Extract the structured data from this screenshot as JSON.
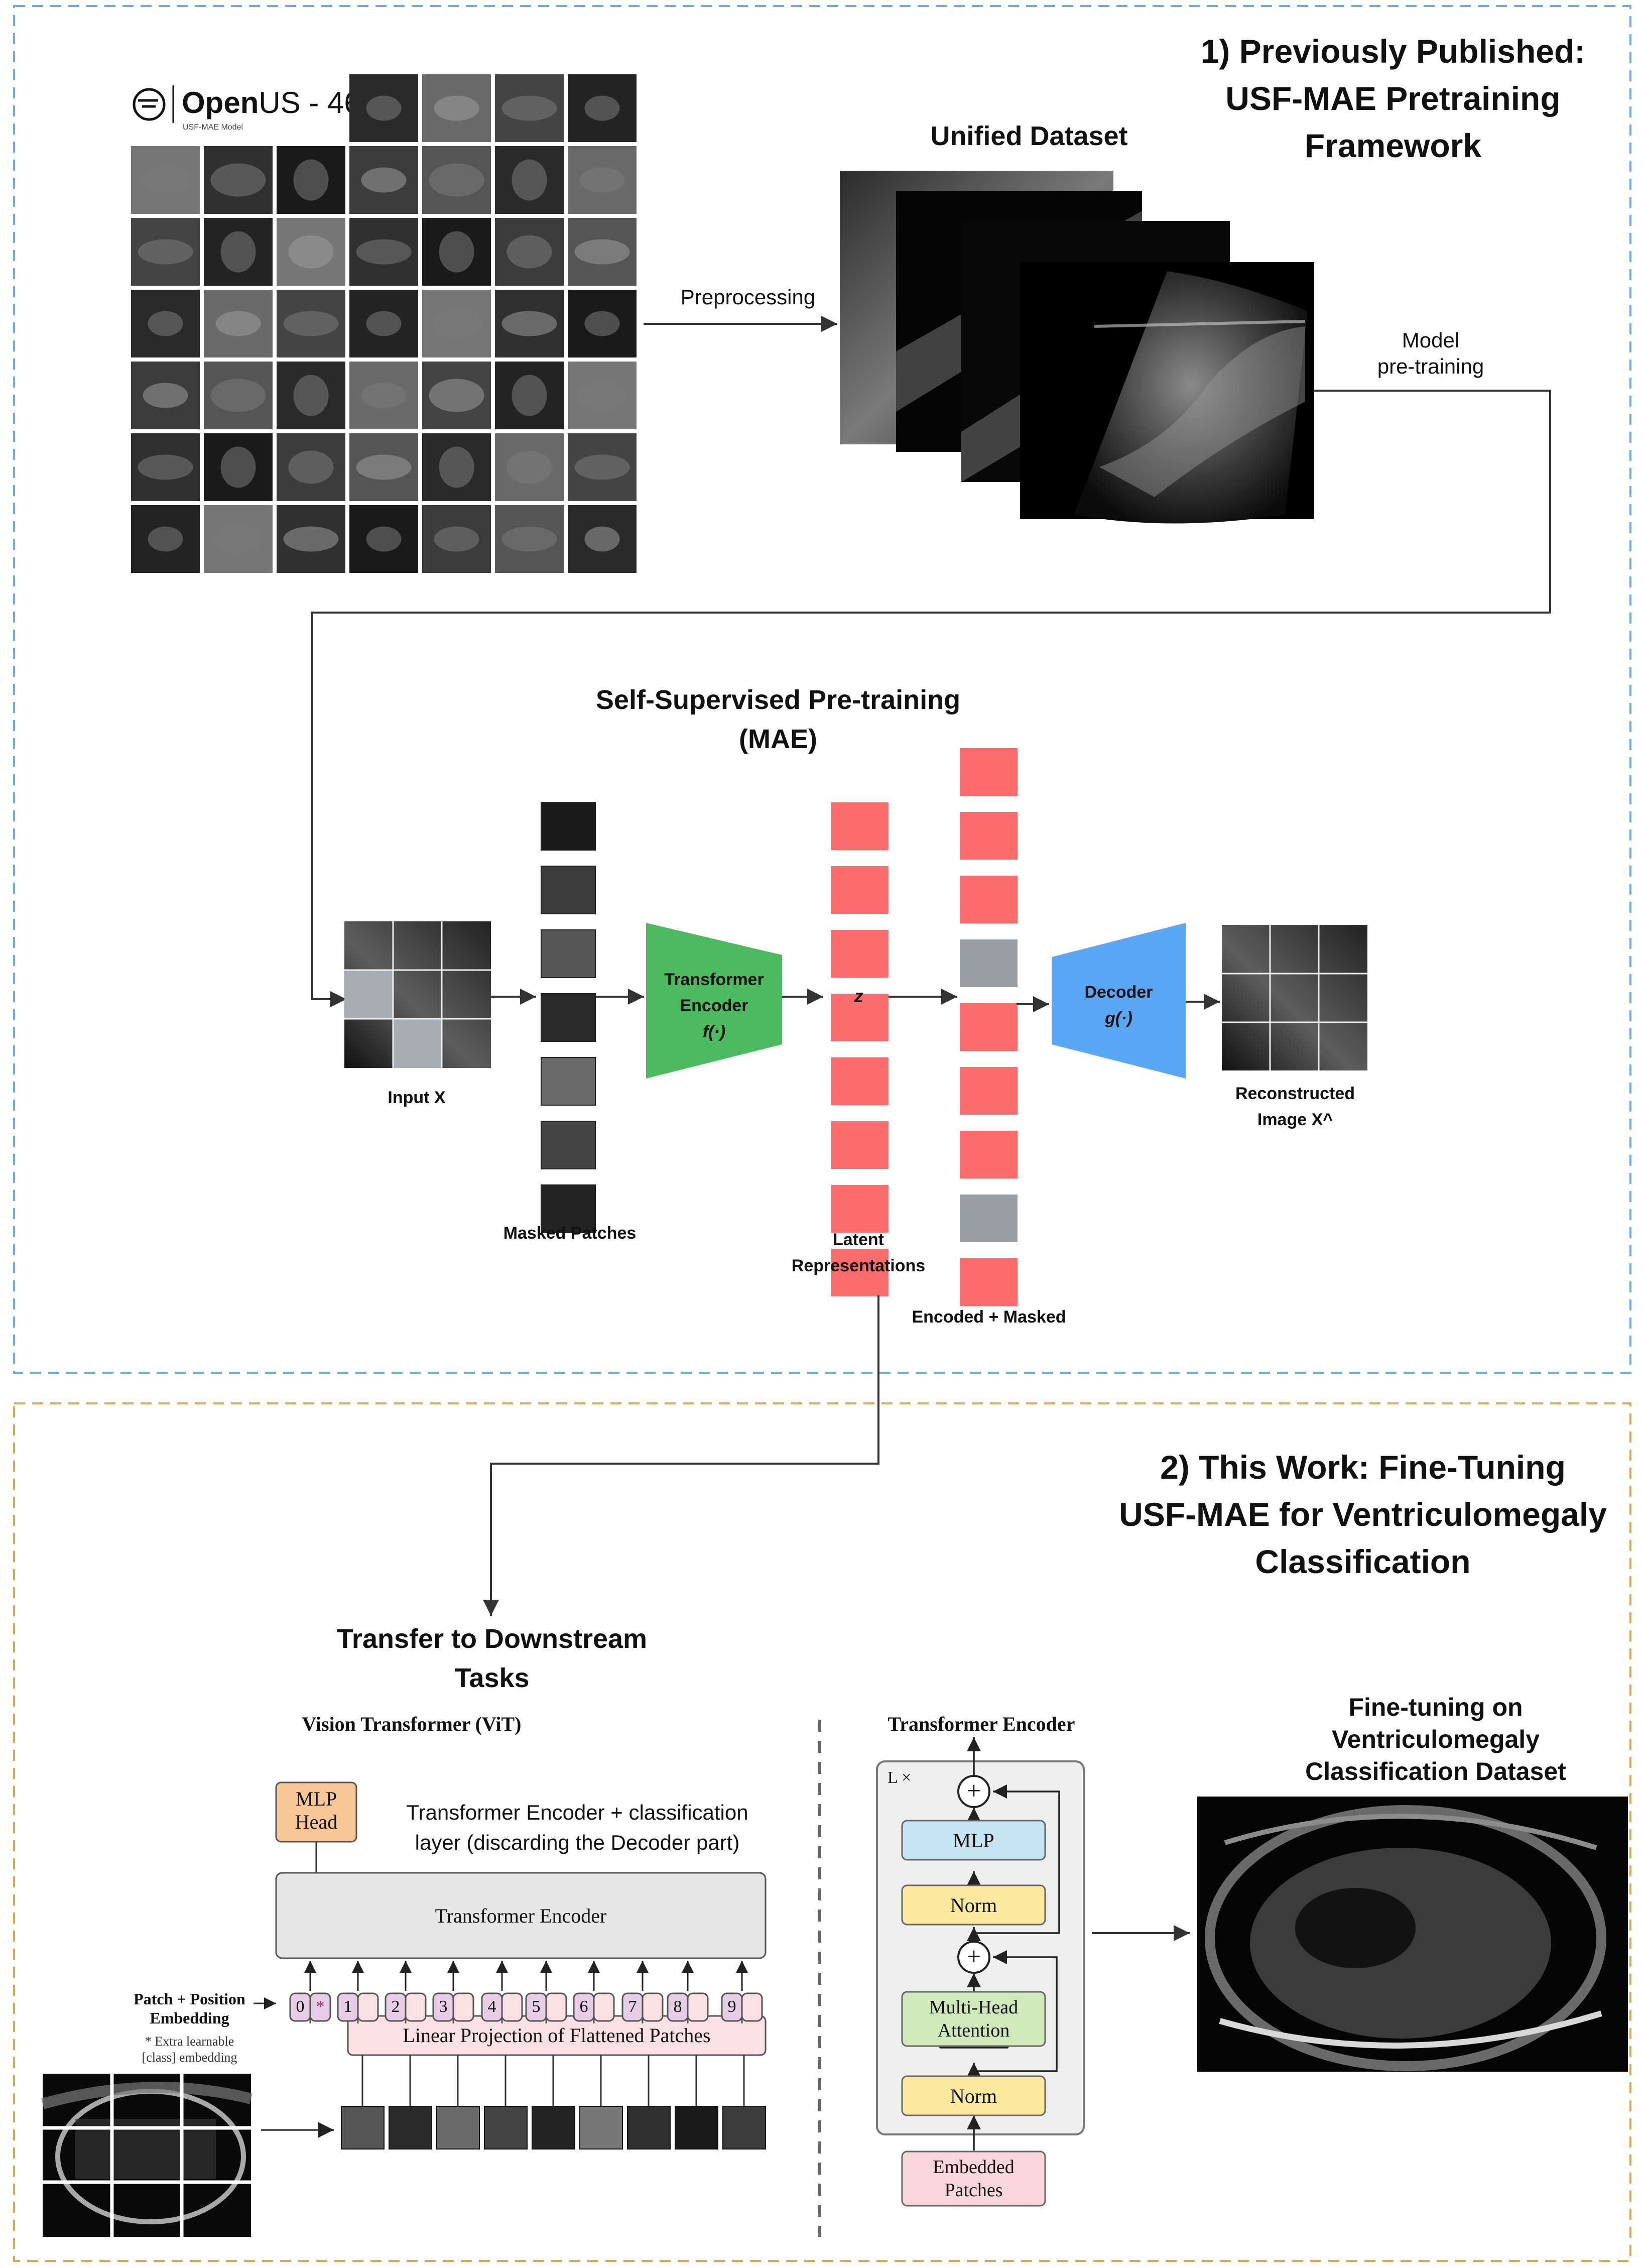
{
  "section1": {
    "title_lines": [
      "1) Previously Published:",
      "USF-MAE Pretraining",
      "Framework"
    ],
    "logo": {
      "brand_bold": "Open",
      "brand_light": "US",
      "brand_suffix": " - 46",
      "tagline": "USF-MAE Model"
    },
    "unified_dataset_label": "Unified Dataset",
    "preprocessing_label": "Preprocessing",
    "model_pretraining_lines": [
      "Model",
      "pre-training"
    ]
  },
  "mae": {
    "title_lines": [
      "Self-Supervised Pre-training",
      "(MAE)"
    ],
    "input_label": "Input X",
    "masked_patches_label": "Masked Patches",
    "encoder_lines": [
      "Transformer",
      "Encoder",
      "f(·)"
    ],
    "latent_symbol": "z",
    "latent_label_lines": [
      "Latent",
      "Representations"
    ],
    "encoded_masked_label": "Encoded + Masked",
    "decoder_lines": [
      "Decoder",
      "g(·)"
    ],
    "reconstructed_lines": [
      "Reconstructed",
      "Image X^"
    ]
  },
  "section2": {
    "title_lines": [
      "2) This Work: Fine-Tuning",
      "USF-MAE for Ventriculomegaly",
      "Classification"
    ],
    "transfer_lines": [
      "Transfer to Downstream",
      "Tasks"
    ]
  },
  "vit": {
    "title": "Vision Transformer (ViT)",
    "mlp_head_lines": [
      "MLP",
      "Head"
    ],
    "note_lines": [
      "Transformer Encoder + classification",
      "layer (discarding the Decoder part)"
    ],
    "encoder_label": "Transformer Encoder",
    "embedding_lines": [
      "Patch + Position",
      "Embedding"
    ],
    "extra_lines": [
      "* Extra learnable",
      "[class] embedding"
    ],
    "linear_projection_label": "Linear Projection of Flattened Patches",
    "tokens": [
      "0*",
      "1",
      "2",
      "3",
      "4",
      "5",
      "6",
      "7",
      "8",
      "9"
    ]
  },
  "encoder_block": {
    "title": "Transformer Encoder",
    "repeat_label": "L ×",
    "plus_symbol": "+",
    "mlp_label": "MLP",
    "norm_label": "Norm",
    "attention_lines": [
      "Multi-Head",
      "Attention"
    ],
    "embedded_lines": [
      "Embedded",
      "Patches"
    ]
  },
  "finetune": {
    "title_lines": [
      "Fine-tuning on",
      "Ventriculomegaly",
      "Classification Dataset"
    ]
  },
  "colors": {
    "blue_dash": "#6aaee8",
    "orange_dash": "#d9a857",
    "encoder_green": "#4cbb5f",
    "decoder_blue": "#5aa7f5",
    "latent_red": "#fa6b6b",
    "masked_gray": "#9a9fa6",
    "mlp_head_orange": "#f7c896",
    "vit_gray": "#e6e6e6",
    "token_purple": "#e8cde6",
    "linear_pink": "#fbe0e4",
    "mlp_blue": "#c6e4f4",
    "norm_yellow": "#fbeaa0",
    "attention_green": "#cfe9bb",
    "embedded_pink": "#f8d6da"
  }
}
